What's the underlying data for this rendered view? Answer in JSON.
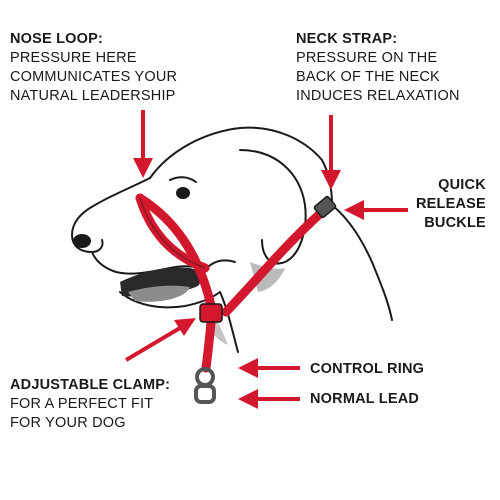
{
  "colors": {
    "accent": "#d3182e",
    "outline": "#1a1a1a",
    "shade": "#8c8c8c",
    "background": "#ffffff"
  },
  "labels": {
    "nose_loop": {
      "heading": "NOSE LOOP:",
      "lines": [
        "PRESSURE HERE",
        "COMMUNICATES YOUR",
        "NATURAL LEADERSHIP"
      ]
    },
    "neck_strap": {
      "heading": "NECK STRAP:",
      "lines": [
        "PRESSURE ON THE",
        "BACK OF THE NECK",
        "INDUCES  RELAXATION"
      ]
    },
    "quick_release": {
      "lines": [
        "QUICK",
        "RELEASE",
        "BUCKLE"
      ]
    },
    "adjustable_clamp": {
      "heading": "ADJUSTABLE CLAMP:",
      "lines": [
        "FOR A PERFECT FIT",
        "FOR YOUR DOG"
      ]
    },
    "control_ring": "CONTROL RING",
    "normal_lead": "NORMAL LEAD"
  }
}
